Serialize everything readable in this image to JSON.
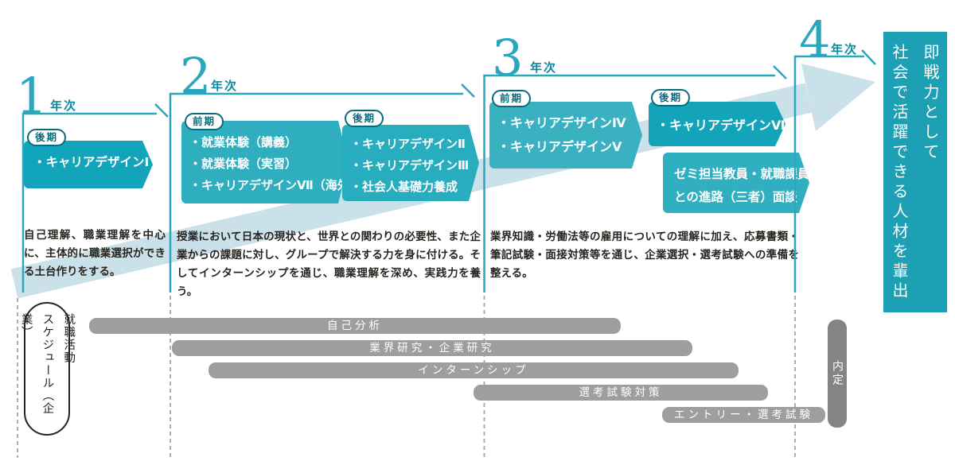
{
  "colors": {
    "teal_box": "#1fa9bc",
    "teal_box_light": "#3ab1c1",
    "teal_line": "#2aa6bd",
    "teal_dark_text": "#0a6b7e",
    "goal_box_bg": "#1d9fb4",
    "arrow_band_blue": "#cbe1ea",
    "bar_gray": "#9e9e9e",
    "naitei_gray": "#848484",
    "description_text": "#282420"
  },
  "years": [
    {
      "numeral": "1",
      "label": "年次"
    },
    {
      "numeral": "2",
      "label": "年次"
    },
    {
      "numeral": "3",
      "label": "年次"
    },
    {
      "numeral": "4",
      "label": "年次"
    }
  ],
  "boxes": {
    "y1": {
      "badge": "後期",
      "items": [
        "・キャリアデザインⅠ"
      ]
    },
    "y2_first": {
      "badge": "前期",
      "items": [
        "・就業体験（講義）",
        "・就業体験（実習）",
        "・キャリアデザインⅦ（海外）"
      ]
    },
    "y2_second": {
      "badge": "後期",
      "items": [
        "・キャリアデザインⅡ",
        "・キャリアデザインⅢ",
        "・社会人基礎力養成"
      ]
    },
    "y3_first": {
      "badge": "前期",
      "items": [
        "・キャリアデザインⅣ",
        "・キャリアデザインⅤ"
      ]
    },
    "y3_second": {
      "badge": "後期",
      "items": [
        "・キャリアデザインⅥ"
      ]
    },
    "consult": {
      "line1": "ゼミ担当教員・就職課員",
      "line2": "との進路（三者）面談"
    }
  },
  "descriptions": {
    "y1": "自己理解、職業理解を中心に、主体的に職業選択ができる土台作りをする。",
    "y2": "授業において日本の現状と、世界との関わりの必要性、また企業からの課題に対し、グループで解決する力を身に付ける。そしてインターンシップを通じ、職業理解を深め、実践力を養う。",
    "y3": "業界知識・労働法等の雇用についての理解に加え、応募書類・筆記試験・面接対策等を通じ、企業選択・選考試験への準備を整える。"
  },
  "schedule_oval": {
    "line1": "就職活動",
    "line2": "スケジュール（企業）"
  },
  "goal": {
    "line1": "即戦力として",
    "line2": "社会で活躍できる人材を輩出"
  },
  "gantt": {
    "bars": [
      {
        "label": "自己分析"
      },
      {
        "label": "業界研究・企業研究"
      },
      {
        "label": "インターンシップ"
      },
      {
        "label": "選考試験対策"
      },
      {
        "label": "エントリー・選考試験"
      }
    ],
    "naitei": "内定"
  }
}
